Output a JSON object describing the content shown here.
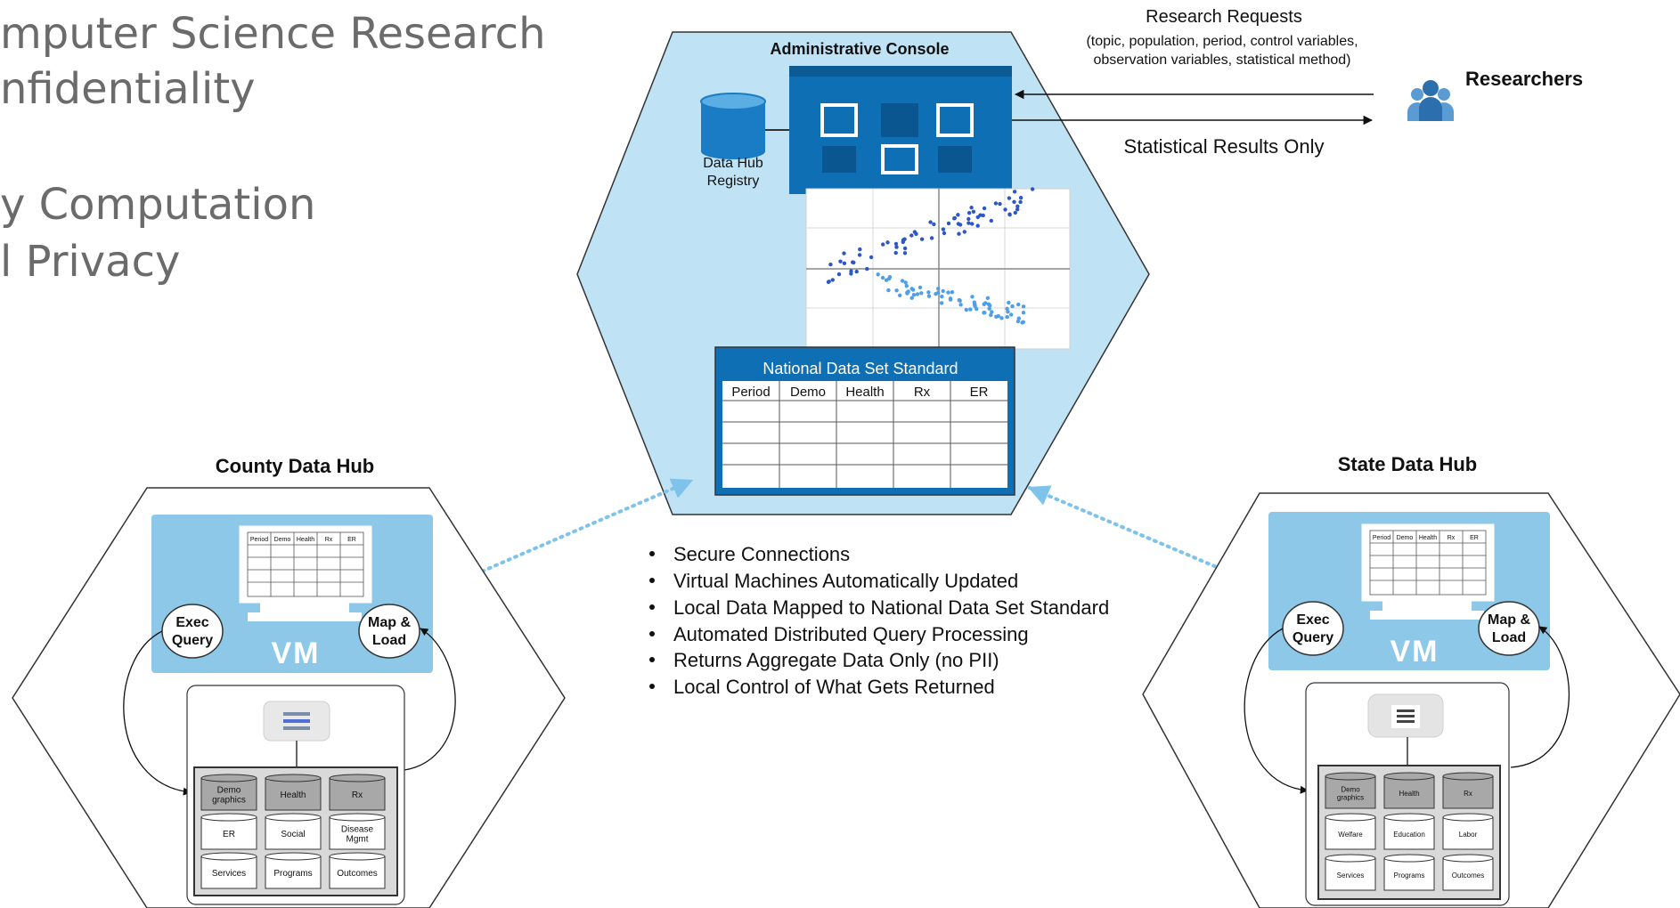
{
  "slide_text": {
    "line1": "mputer Science Research",
    "line2": "nfidentiality",
    "line3": "y Computation",
    "line4": "l Privacy"
  },
  "admin": {
    "title": "Administrative Console",
    "registry_line1": "Data Hub",
    "registry_line2": "Registry",
    "nds_title": "National Data Set Standard",
    "nds_columns": [
      "Period",
      "Demo",
      "Health",
      "Rx",
      "ER"
    ]
  },
  "requests": {
    "title": "Research Requests",
    "detail_line1": "(topic, population, period, control variables,",
    "detail_line2": "observation variables, statistical method)",
    "results": "Statistical Results Only",
    "researchers": "Researchers"
  },
  "county": {
    "title": "County Data Hub",
    "vm_label": "VM",
    "exec_line1": "Exec",
    "exec_line2": "Query",
    "map_line1": "Map &",
    "map_line2": "Load",
    "mini_columns": [
      "Period",
      "Demo",
      "Health",
      "Rx",
      "ER"
    ],
    "cells": [
      [
        "Demo graphics",
        "Health",
        "Rx"
      ],
      [
        "ER",
        "Social",
        "Disease Mgmt"
      ],
      [
        "Services",
        "Programs",
        "Outcomes"
      ]
    ]
  },
  "state": {
    "title": "State Data Hub",
    "vm_label": "VM",
    "exec_line1": "Exec",
    "exec_line2": "Query",
    "map_line1": "Map &",
    "map_line2": "Load",
    "mini_columns": [
      "Period",
      "Demo",
      "Health",
      "Rx",
      "ER"
    ],
    "cells": [
      [
        "Demo graphics",
        "Health",
        "Rx"
      ],
      [
        "Welfare",
        "Education",
        "Labor"
      ],
      [
        "Services",
        "Programs",
        "Outcomes"
      ]
    ]
  },
  "bullets": [
    "Secure Connections",
    "Virtual Machines Automatically Updated",
    "Local Data Mapped to National Data Set Standard",
    "Automated Distributed Query Processing",
    "Returns Aggregate Data Only (no PII)",
    "Local Control of What Gets Returned"
  ],
  "colors": {
    "hex_fill": "#bfe3f5",
    "console_blue": "#0e6fb5",
    "vm_panel": "#8ec8e8",
    "arrow_dotted": "#7ec3ea",
    "db_blue": "#1a7cc4"
  }
}
